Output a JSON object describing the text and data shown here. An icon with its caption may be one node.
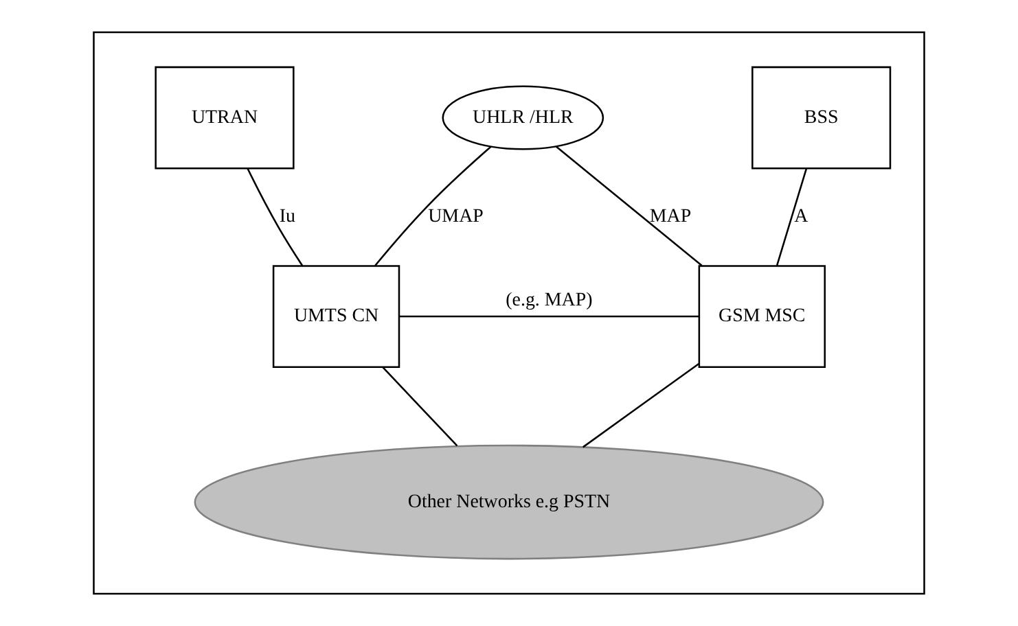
{
  "diagram": {
    "nodes": [
      {
        "text": [],
        "shape": "box"
      },
      {
        "text": [
          "UTRAN"
        ],
        "in": 0
      },
      {
        "text": [
          "BSS"
        ],
        "in": 0
      },
      {
        "text": [
          "UHLR /HLR"
        ],
        "in": 0
      },
      {
        "text": [
          "UMTS CN"
        ],
        "in": 0
      },
      {
        "text": [
          "GSM MSC"
        ],
        "in": 0
      },
      {
        "text": [
          "Other Networks e.g PSTN"
        ],
        "in": 0
      }
    ],
    "edges": [
      {
        "from": 1,
        "to": 4,
        "arrow": "none",
        "label": "Iu"
      },
      {
        "from": 2,
        "to": 5,
        "arrow": "none",
        "label": "A"
      },
      {
        "from": 3,
        "to": 4,
        "arrow": "none",
        "label": "UMAP"
      },
      {
        "from": 3,
        "to": 5,
        "arrow": "none",
        "label": "MAP"
      },
      {
        "from": 4,
        "to": 5,
        "arrow": "none",
        "label": "(e.g. MAP)"
      },
      {
        "from": 4,
        "to": 6,
        "arrow": "none"
      },
      {
        "from": 5,
        "to": 6,
        "arrow": "none"
      }
    ]
  }
}
